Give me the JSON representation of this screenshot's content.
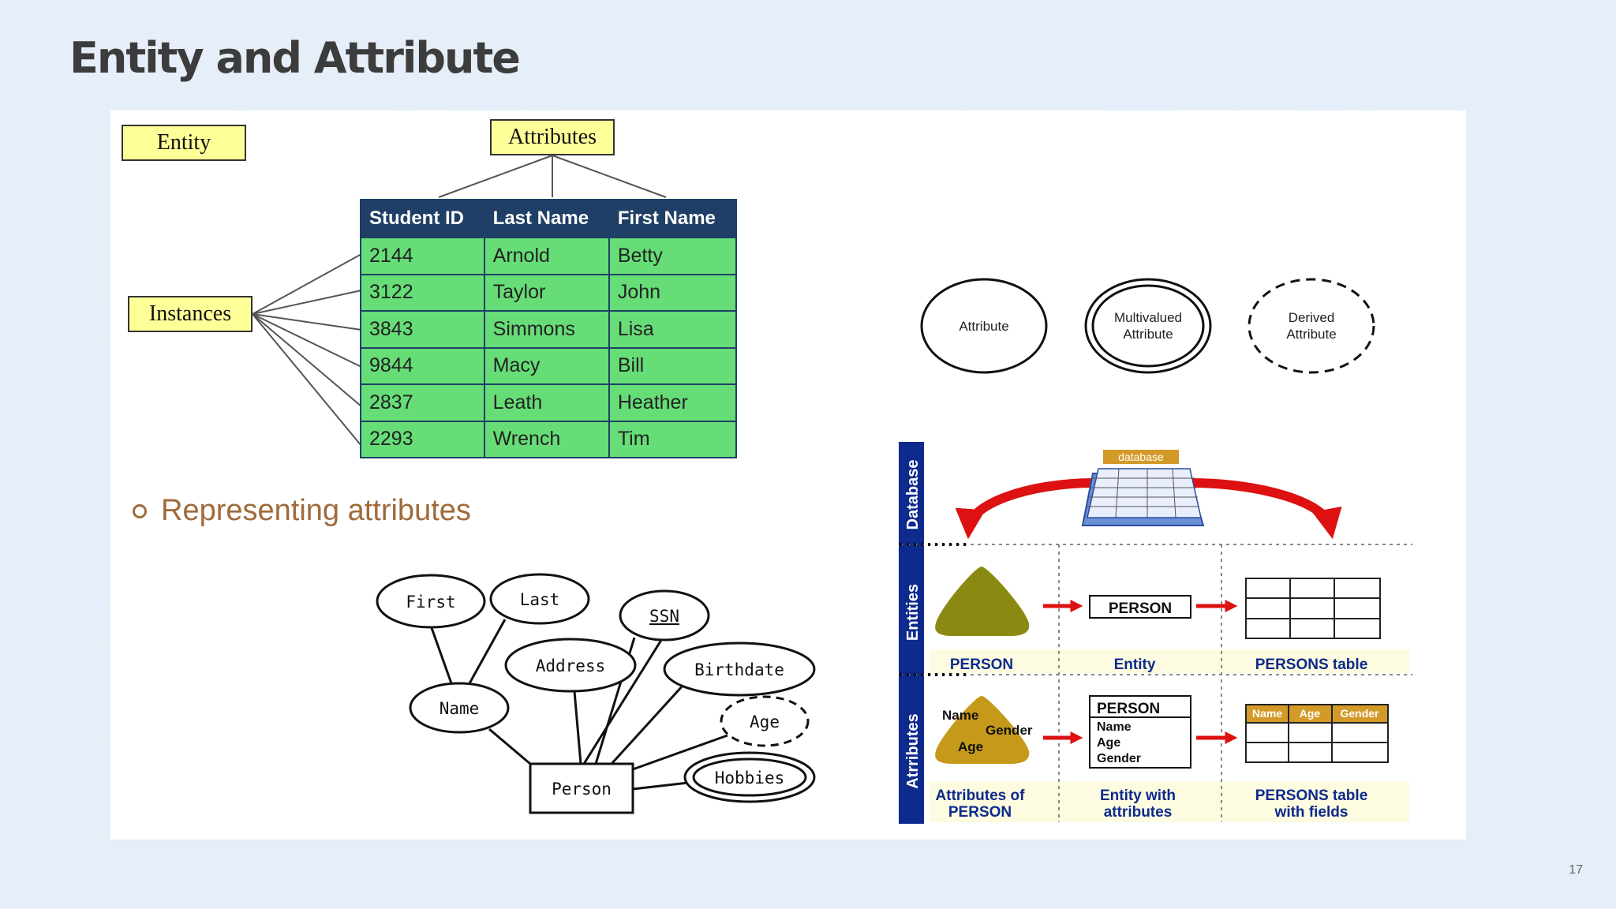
{
  "slide": {
    "title": "Entity and Attribute",
    "page_number": "17"
  },
  "er_table": {
    "entity_label": "Entity",
    "attributes_label": "Attributes",
    "instances_label": "Instances",
    "columns": [
      "Student ID",
      "Last Name",
      "First Name"
    ],
    "rows": [
      [
        "2144",
        "Arnold",
        "Betty"
      ],
      [
        "3122",
        "Taylor",
        "John"
      ],
      [
        "3843",
        "Simmons",
        "Lisa"
      ],
      [
        "9844",
        "Macy",
        "Bill"
      ],
      [
        "2837",
        "Leath",
        "Heather"
      ],
      [
        "2293",
        "Wrench",
        "Tim"
      ]
    ]
  },
  "bullet": {
    "text": "Representing attributes"
  },
  "er_diagram": {
    "entity": "Person",
    "attributes": {
      "first": "First",
      "last": "Last",
      "ssn": "SSN",
      "address": "Address",
      "birthdate": "Birthdate",
      "name": "Name",
      "age": "Age",
      "hobbies": "Hobbies"
    }
  },
  "attribute_shapes": {
    "simple": [
      "Attribute"
    ],
    "multivalued": [
      "Multivalued",
      "Attribute"
    ],
    "derived": [
      "Derived",
      "Attribute"
    ]
  },
  "db_figure": {
    "database_label": "database",
    "row_labels": [
      "Database",
      "Entities",
      "Atrributes"
    ],
    "entity_caption_1": "PERSON",
    "entity_caption_2": "Entity",
    "entity_caption_3": "PERSONS table",
    "entity_box": "PERSON",
    "attr_triangle": [
      "Name",
      "Gender",
      "Age"
    ],
    "attr_box_title": "PERSON",
    "attr_box_fields": [
      "Name",
      "Age",
      "Gender"
    ],
    "attr_table_headers": [
      "Name",
      "Age",
      "Gender"
    ],
    "attr_caption_1": [
      "Attributes of",
      "PERSON"
    ],
    "attr_caption_2": [
      "Entity with",
      "attributes"
    ],
    "attr_caption_3": [
      "PERSONS table",
      "with fields"
    ]
  },
  "colors": {
    "yellow_box": "#ffff99",
    "table_header": "#1f3f66",
    "table_cell": "#66dd77",
    "bullet": "#a06a3a",
    "arrow_red": "#dd1111",
    "db_label_bar": "#0d2a8c",
    "triangle_olive": "#8a8a12",
    "triangle_gold": "#c59a1a"
  }
}
